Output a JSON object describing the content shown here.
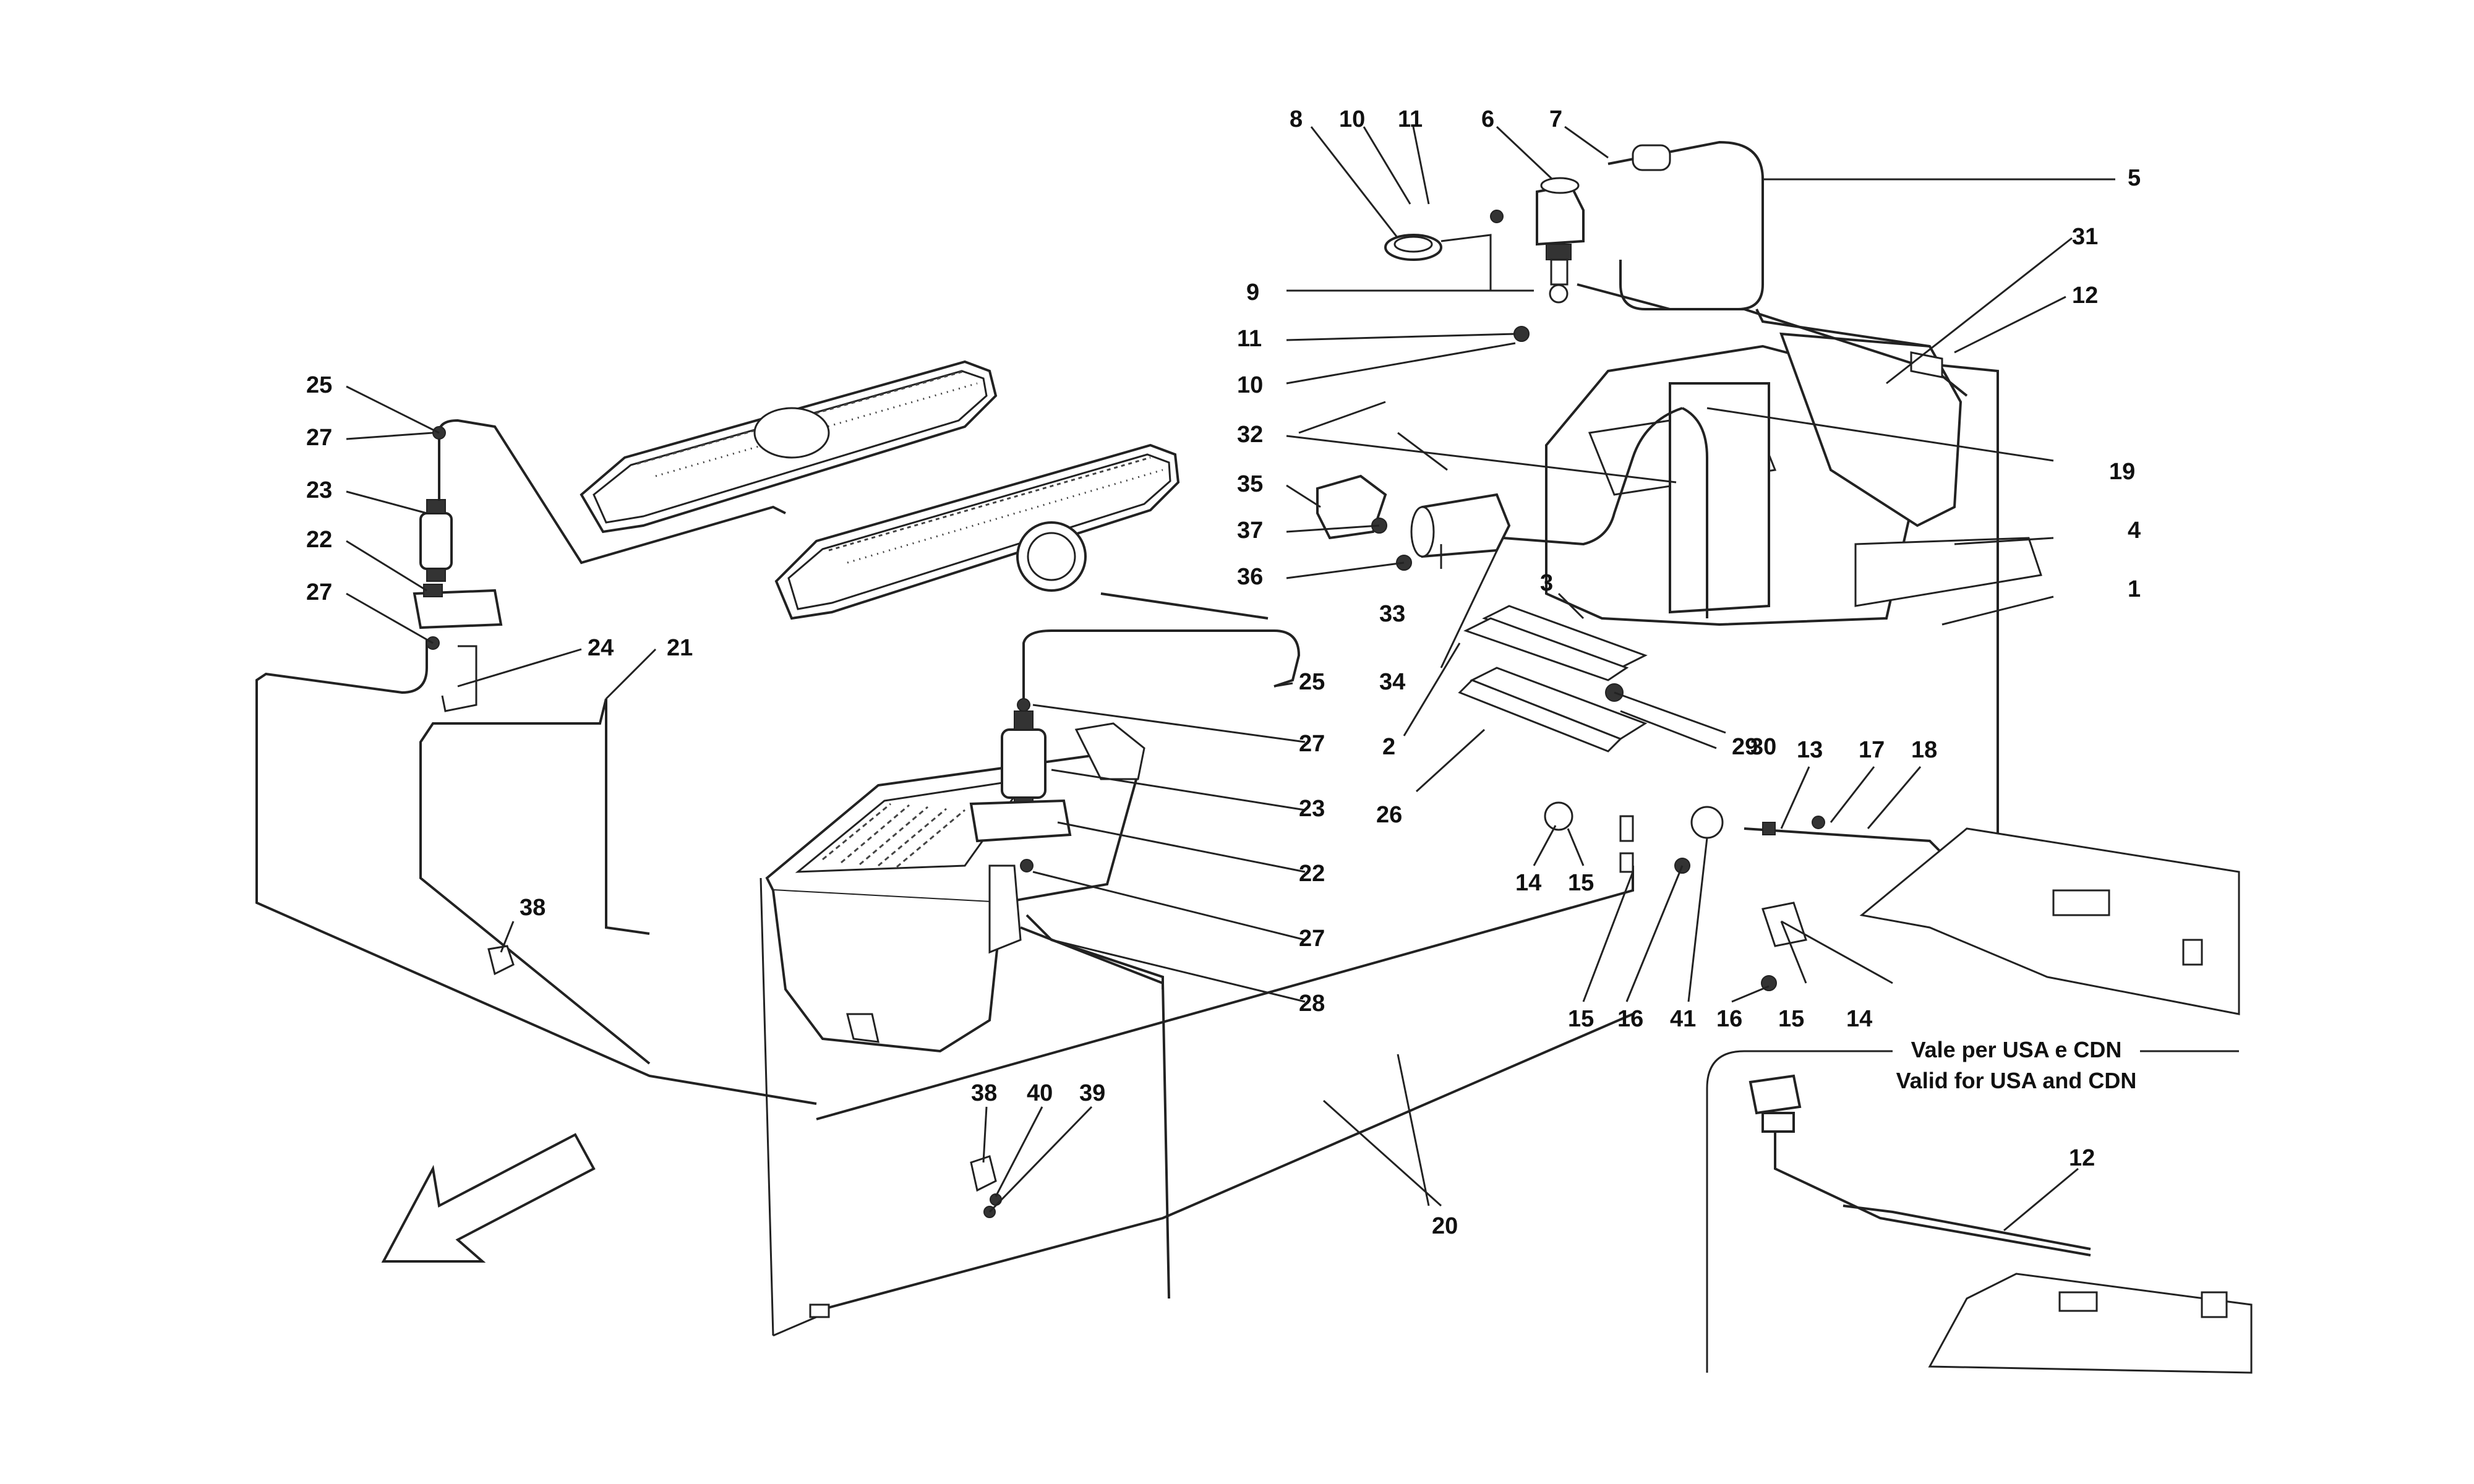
{
  "labels": {
    "l8": "8",
    "l10a": "10",
    "l11a": "11",
    "l6": "6",
    "l7": "7",
    "l5": "5",
    "l31": "31",
    "l12a": "12",
    "l9": "9",
    "l11b": "11",
    "l10b": "10",
    "l25a": "25",
    "l27a": "27",
    "l23a": "23",
    "l22a": "22",
    "l27b": "27",
    "l24": "24",
    "l21": "21",
    "l32": "32",
    "l35": "35",
    "l37": "37",
    "l36": "36",
    "l33": "33",
    "l34": "34",
    "l2": "2",
    "l3": "3",
    "l19": "19",
    "l4": "4",
    "l1": "1",
    "l25b": "25",
    "l27c": "27",
    "l23b": "23",
    "l22b": "22",
    "l27d": "27",
    "l28": "28",
    "l29": "29",
    "l30": "30",
    "l26": "26",
    "l13": "13",
    "l17": "17",
    "l18": "18",
    "l14a": "14",
    "l15a": "15",
    "l15b": "15",
    "l16a": "16",
    "l41": "41",
    "l16b": "16",
    "l15c": "15",
    "l14b": "14",
    "l38a": "38",
    "l38b": "38",
    "l40": "40",
    "l39": "39",
    "l20": "20",
    "l12b": "12"
  },
  "note": {
    "line_it": "Vale per USA e CDN",
    "line_en": "Valid for USA and CDN"
  }
}
